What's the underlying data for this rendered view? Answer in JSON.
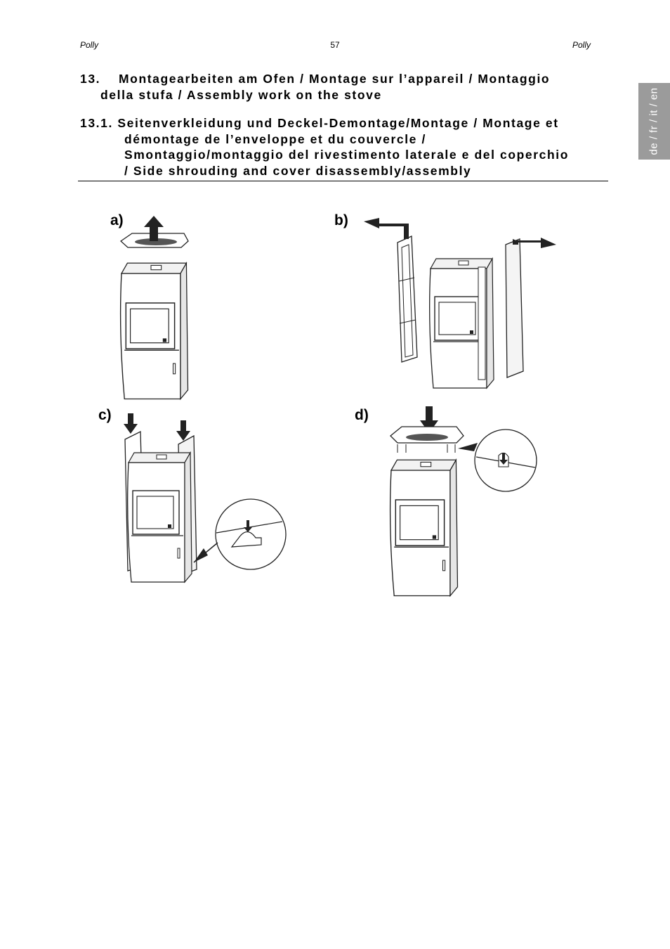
{
  "header": {
    "left": "Polly",
    "page_number": "57",
    "right": "Polly"
  },
  "language_tab": "de / fr / it / en",
  "section_13": {
    "line1": "13.    Montagearbeiten am Ofen / Montage sur l’appareil / Montaggio",
    "line2": "della stufa / Assembly work on the stove"
  },
  "section_13_1": {
    "line1": "13.1. Seitenverkleidung und Deckel-Demontage/Montage / Montage et",
    "line2": "démontage de l’enveloppe et du couvercle /",
    "line3": "Smontaggio/montaggio del rivestimento laterale e del coperchio",
    "line4": "/ Side shrouding and cover disassembly/assembly"
  },
  "figure": {
    "panel_a": "a)",
    "panel_b": "b)",
    "panel_c": "c)",
    "panel_d": "d)"
  }
}
